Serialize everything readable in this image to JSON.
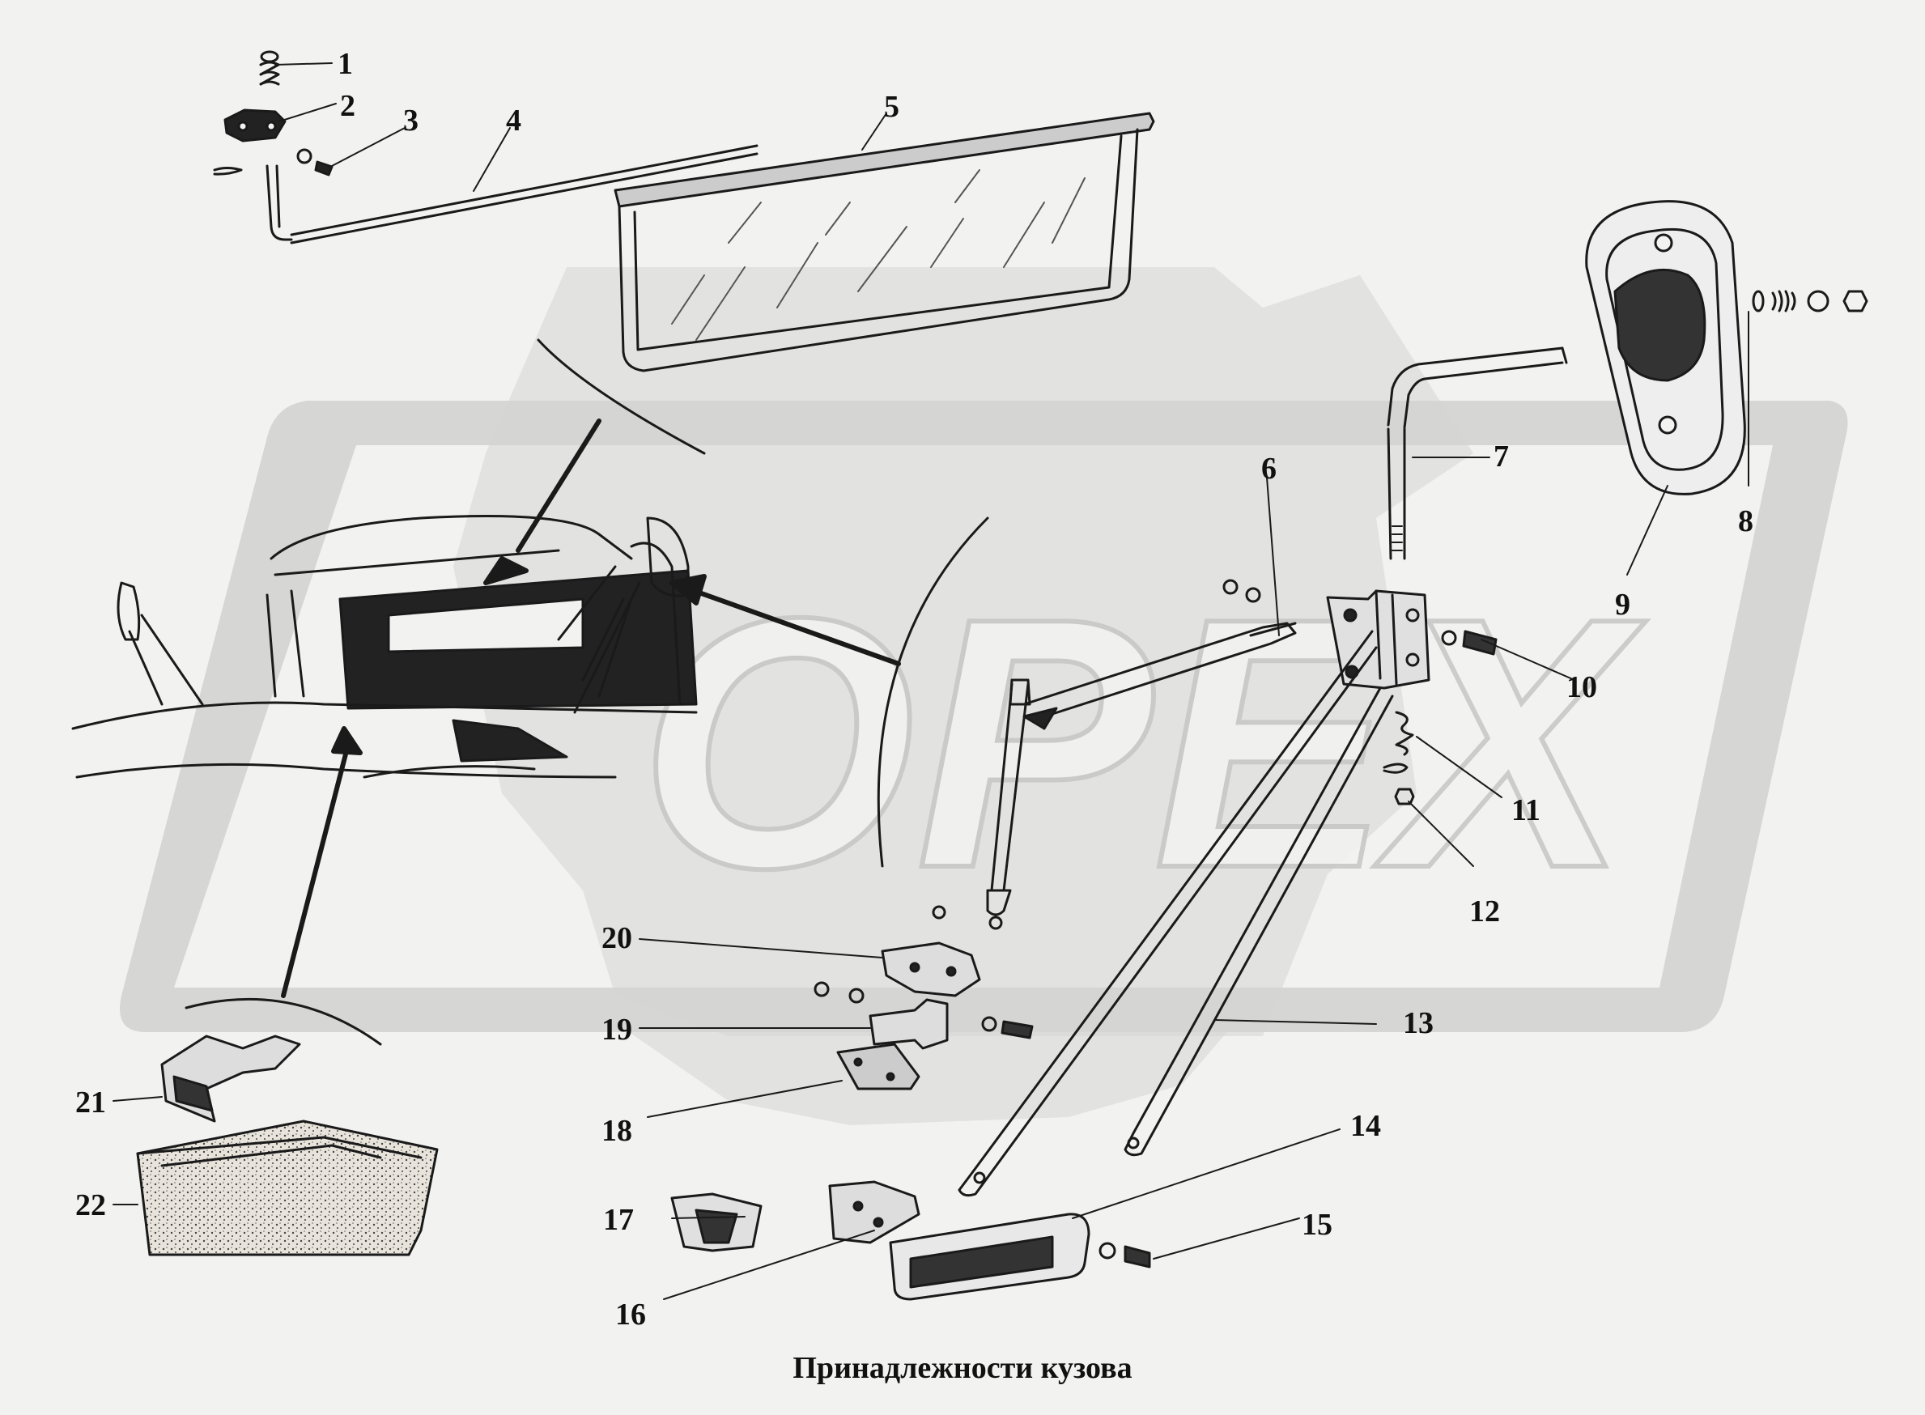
{
  "diagram": {
    "title": "Принадлежности кузова",
    "watermark_text": "ОРЕХ",
    "colors": {
      "background": "#f2f2f0",
      "watermark": "#d6d6d4",
      "ink": "#1a1a1a"
    },
    "labels": {
      "n1": "1",
      "n2": "2",
      "n3": "3",
      "n4": "4",
      "n5": "5",
      "n6": "6",
      "n7": "7",
      "n8": "8",
      "n9": "9",
      "n10": "10",
      "n11": "11",
      "n12": "12",
      "n13": "13",
      "n14": "14",
      "n15": "15",
      "n16": "16",
      "n17": "17",
      "n18": "18",
      "n19": "19",
      "n20": "20",
      "n21": "21",
      "n22": "22"
    }
  }
}
